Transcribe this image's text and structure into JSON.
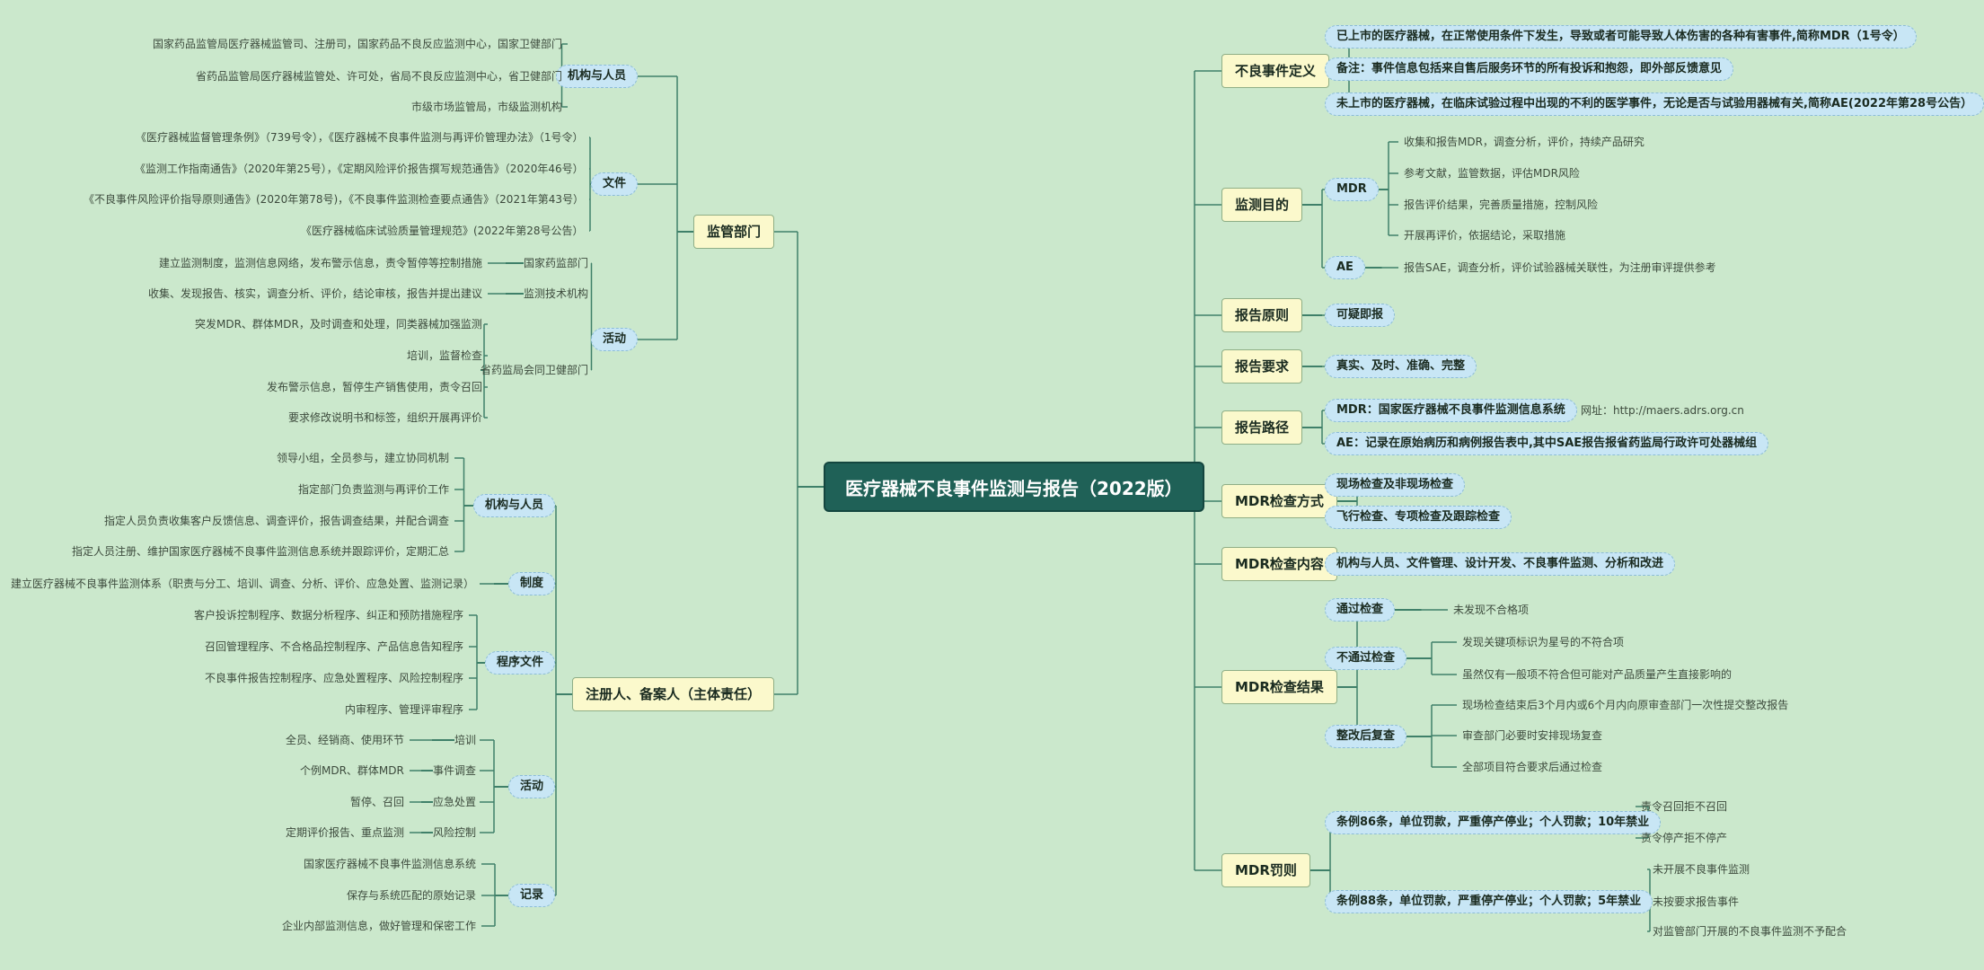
{
  "title": "医疗器械不良事件监测与报告（2022版）",
  "left": [
    {
      "label": "监管部门",
      "children": [
        {
          "label": "机构与人员",
          "children": [
            "国家药品监管局医疗器械监管司、注册司，国家药品不良反应监测中心，国家卫健部门",
            "省药品监管局医疗器械监管处、许可处，省局不良反应监测中心，省卫健部门",
            "市级市场监管局，市级监测机构"
          ]
        },
        {
          "label": "文件",
          "children": [
            "《医疗器械监督管理条例》（739号令），《医疗器械不良事件监测与再评价管理办法》（1号令）",
            "《监测工作指南通告》（2020年第25号），《定期风险评价报告撰写规范通告》（2020年46号）",
            "《不良事件风险评价指导原则通告》(2020年第78号)，《不良事件监测检查要点通告》（2021年第43号）",
            "《医疗器械临床试验质量管理规范》(2022年第28号公告）"
          ]
        },
        {
          "label": "活动",
          "children": [
            {
              "label": "国家药监部门",
              "children": [
                "建立监测制度，监测信息网络，发布警示信息，责令暂停等控制措施"
              ]
            },
            {
              "label": "监测技术机构",
              "children": [
                "收集、发现报告、核实，调查分析、评价，结论审核，报告并提出建议"
              ]
            },
            {
              "label": "省药监局会同卫健部门",
              "children": [
                "突发MDR、群体MDR，及时调查和处理，同类器械加强监测",
                "培训，监督检查",
                "发布警示信息，暂停生产销售使用，责令召回",
                "要求修改说明书和标签，组织开展再评价"
              ]
            }
          ]
        }
      ]
    },
    {
      "label": "注册人、备案人（主体责任）",
      "children": [
        {
          "label": "机构与人员",
          "children": [
            "领导小组，全员参与，建立协同机制",
            "指定部门负责监测与再评价工作",
            "指定人员负责收集客户反馈信息、调查评价，报告调查结果，并配合调查",
            "指定人员注册、维护国家医疗器械不良事件监测信息系统并跟踪评价，定期汇总"
          ]
        },
        {
          "label": "制度",
          "children": [
            "建立医疗器械不良事件监测体系（职责与分工、培训、调查、分析、评价、应急处置、监测记录）"
          ]
        },
        {
          "label": "程序文件",
          "children": [
            "客户投诉控制程序、数据分析程序、纠正和预防措施程序",
            "召回管理程序、不合格品控制程序、产品信息告知程序",
            "不良事件报告控制程序、应急处置程序、风险控制程序",
            "内审程序、管理评审程序"
          ]
        },
        {
          "label": "活动",
          "children": [
            {
              "label": "培训",
              "children": [
                "全员、经销商、使用环节"
              ]
            },
            {
              "label": "事件调查",
              "children": [
                "个例MDR、群体MDR"
              ]
            },
            {
              "label": "应急处置",
              "children": [
                "暂停、召回"
              ]
            },
            {
              "label": "风险控制",
              "children": [
                "定期评价报告、重点监测"
              ]
            }
          ]
        },
        {
          "label": "记录",
          "children": [
            "国家医疗器械不良事件监测信息系统",
            "保存与系统匹配的原始记录",
            "企业内部监测信息，做好管理和保密工作"
          ]
        }
      ]
    }
  ],
  "right": [
    {
      "label": "不良事件定义",
      "children": [
        {
          "label": "已上市的医疗器械，在正常使用条件下发生，导致或者可能导致人体伤害的各种有害事件,简称MDR（1号令）"
        },
        {
          "label": "备注：事件信息包括来自售后服务环节的所有投诉和抱怨，即外部反馈意见"
        },
        {
          "label": "未上市的医疗器械，在临床试验过程中出现的不利的医学事件，无论是否与试验用器械有关,简称AE(2022年第28号公告）"
        }
      ]
    },
    {
      "label": "监测目的",
      "children": [
        {
          "label": "MDR",
          "children": [
            "收集和报告MDR，调查分析，评价，持续产品研究",
            "参考文献，监管数据，评估MDR风险",
            "报告评价结果，完善质量措施，控制风险",
            "开展再评价，依据结论，采取措施"
          ]
        },
        {
          "label": "AE",
          "children": [
            "报告SAE，调查分析，评价试验器械关联性，为注册审评提供参考"
          ]
        }
      ]
    },
    {
      "label": "报告原则",
      "children": [
        {
          "label": "可疑即报"
        }
      ]
    },
    {
      "label": "报告要求",
      "children": [
        {
          "label": "真实、及时、准确、完整"
        }
      ]
    },
    {
      "label": "报告路径",
      "children": [
        {
          "label": "MDR：国家医疗器械不良事件监测信息系统",
          "children": [
            "网址：http://maers.adrs.org.cn"
          ]
        },
        {
          "label": "AE：记录在原始病历和病例报告表中,其中SAE报告报省药监局行政许可处器械组"
        }
      ]
    },
    {
      "label": "MDR检查方式",
      "children": [
        {
          "label": "现场检查及非现场检查"
        },
        {
          "label": "飞行检查、专项检查及跟踪检查"
        }
      ]
    },
    {
      "label": "MDR检查内容",
      "children": [
        {
          "label": "机构与人员、文件管理、设计开发、不良事件监测、分析和改进"
        }
      ]
    },
    {
      "label": "MDR检查结果",
      "children": [
        {
          "label": "通过检查",
          "children": [
            "未发现不合格项"
          ]
        },
        {
          "label": "不通过检查",
          "children": [
            "发现关键项标识为星号的不符合项",
            "虽然仅有一般项不符合但可能对产品质量产生直接影响的"
          ]
        },
        {
          "label": "整改后复查",
          "children": [
            "现场检查结束后3个月内或6个月内向原审查部门一次性提交整改报告",
            "审查部门必要时安排现场复查",
            "全部项目符合要求后通过检查"
          ]
        }
      ]
    },
    {
      "label": "MDR罚则",
      "children": [
        {
          "label": "条例86条，单位罚款，严重停产停业；个人罚款；10年禁业",
          "children": [
            "责令召回拒不召回",
            "责令停产拒不停产"
          ]
        },
        {
          "label": "条例88条，单位罚款，严重停产停业；个人罚款；5年禁业",
          "children": [
            "未开展不良事件监测",
            "未按要求报告事件",
            "对监管部门开展的不良事件监测不予配合"
          ]
        }
      ]
    }
  ],
  "colors": {
    "background": "#cbe8cc",
    "line": "#3f8069",
    "root": "#1f6157",
    "main_fill": "#fbf9cc",
    "sub_fill": "#c8e6f5"
  }
}
